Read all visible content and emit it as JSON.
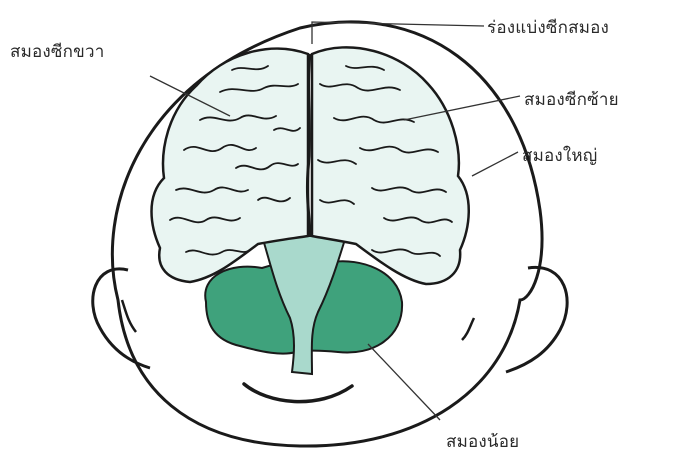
{
  "labels": {
    "right_hemisphere": "สมองซีกขวา",
    "longitudinal_fissure": "ร่องแบ่งซีกสมอง",
    "left_hemisphere": "สมองซีกซ้าย",
    "cerebrum": "สมองใหญ่",
    "cerebellum": "สมองน้อย"
  },
  "colors": {
    "ink": "#1a1a1a",
    "brain": "#e9f5f2",
    "cerebellum": "#3fa27c",
    "brainstem": "#a9d9cc",
    "background": "#ffffff"
  }
}
